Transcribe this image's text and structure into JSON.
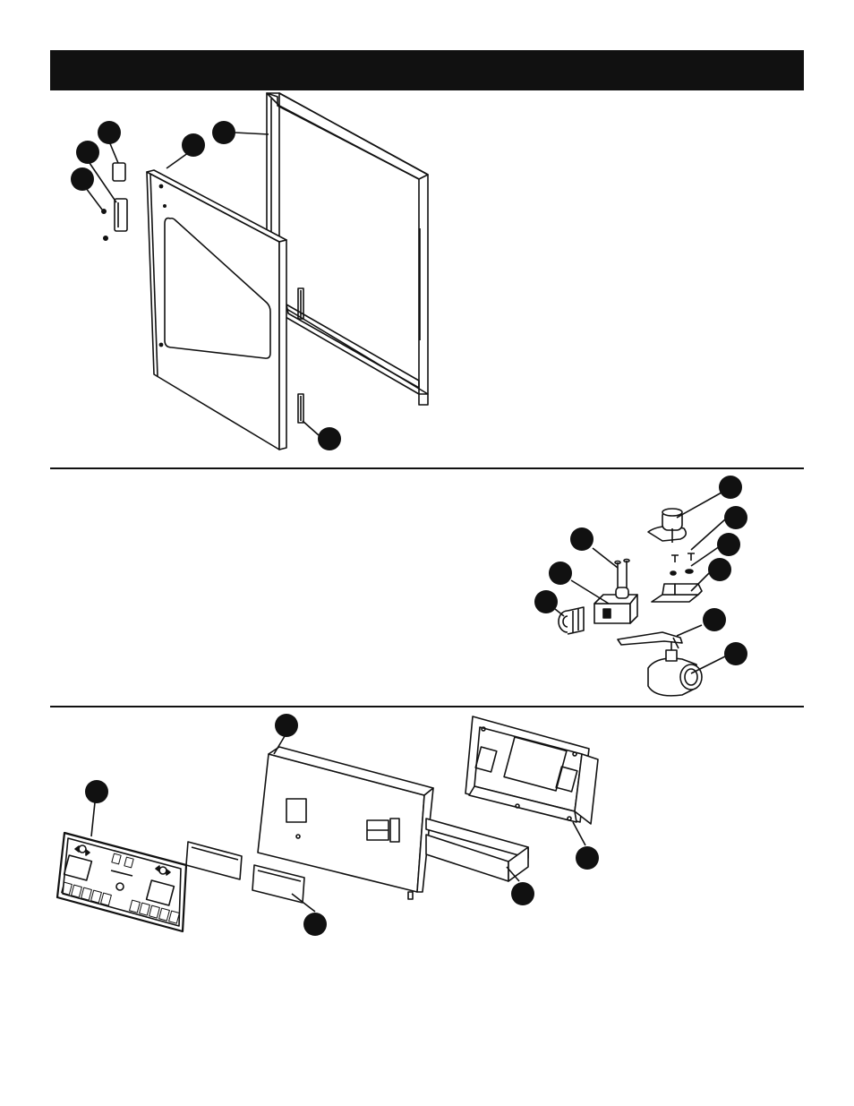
{
  "page": {
    "header": {
      "title": ""
    },
    "sections": [
      {
        "name": "door-assembly"
      },
      {
        "name": "valve-assembly"
      },
      {
        "name": "control-panel-assembly"
      }
    ]
  },
  "colors": {
    "ink": "#111111",
    "paper": "#ffffff",
    "shade": "#dddddd"
  }
}
